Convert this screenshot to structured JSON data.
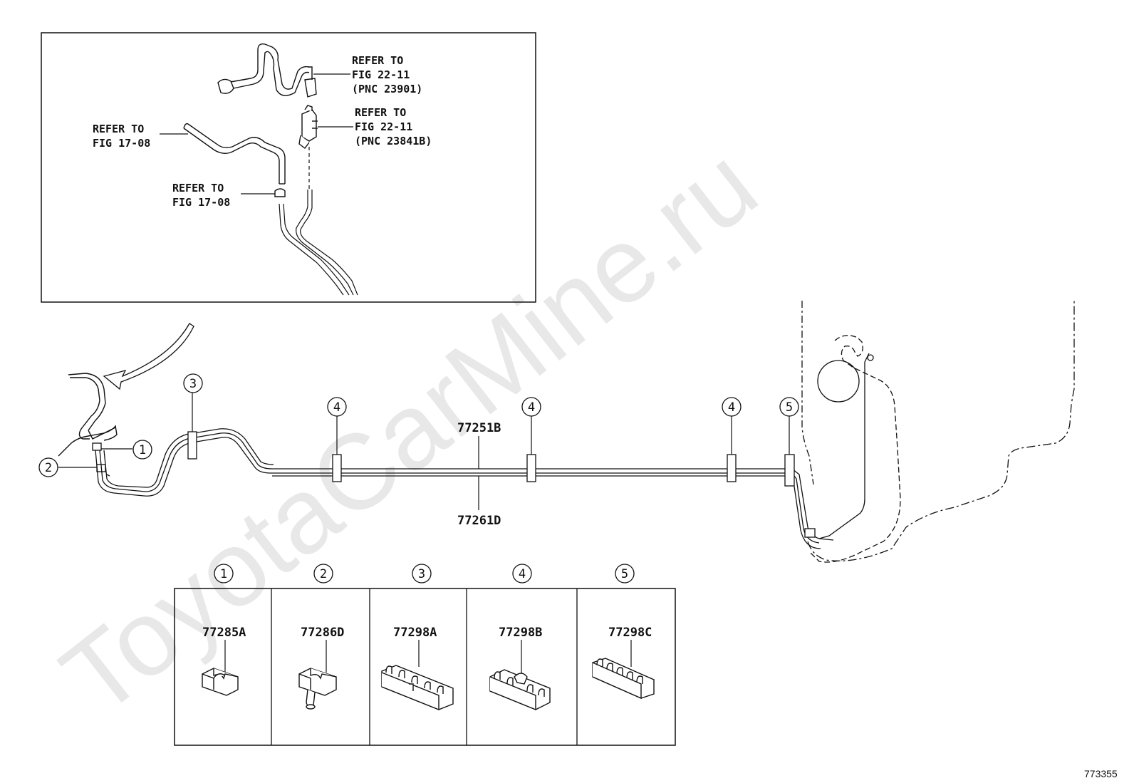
{
  "watermark": "ToyotaCarMine.ru",
  "figure_id": "773355",
  "inset": {
    "ref_a": {
      "l1": "REFER TO",
      "l2": "FIG 22-11",
      "l3": "(PNC 23901)"
    },
    "ref_b": {
      "l1": "REFER TO",
      "l2": "FIG 22-11",
      "l3": "(PNC 23841B)"
    },
    "ref_c": {
      "l1": "REFER TO",
      "l2": "FIG 17-08"
    },
    "ref_d": {
      "l1": "REFER TO",
      "l2": "FIG 17-08"
    }
  },
  "callouts": {
    "c1": "①",
    "c2": "②",
    "c3": "③",
    "c4a": "④",
    "c4b": "④",
    "c4c": "④",
    "c5": "⑤"
  },
  "main_parts": {
    "upper": "77251B",
    "lower": "77261D"
  },
  "legend": [
    {
      "num": "①",
      "part": "77285A"
    },
    {
      "num": "②",
      "part": "77286D"
    },
    {
      "num": "③",
      "part": "77298A"
    },
    {
      "num": "④",
      "part": "77298B"
    },
    {
      "num": "⑤",
      "part": "77298C"
    }
  ]
}
